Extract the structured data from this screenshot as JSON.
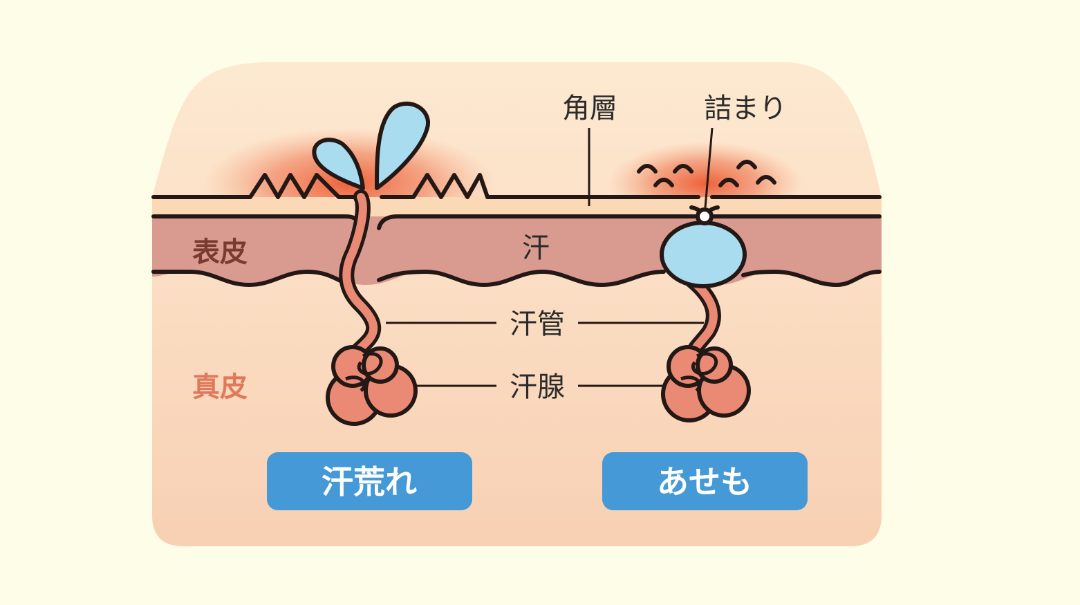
{
  "labels": {
    "stratum_corneum": "角層",
    "blockage": "詰まり",
    "epidermis": "表皮",
    "sweat": "汗",
    "sweat_duct": "汗管",
    "sweat_gland": "汗腺",
    "dermis": "真皮"
  },
  "buttons": {
    "left": "汗荒れ",
    "right": "あせも"
  },
  "colors": {
    "background": "#fefde7",
    "skin_upper": "#fde6cc",
    "skin_lower": "#f8d0b3",
    "stratum": "#fbdcb8",
    "epidermis": "#d99b90",
    "epidermis_text": "#7a3a30",
    "dermis_text": "#e0785a",
    "gland": "#ea8a74",
    "sweat": "#a9dcef",
    "button": "#4499d6",
    "inflammation": "#ec5a32"
  }
}
